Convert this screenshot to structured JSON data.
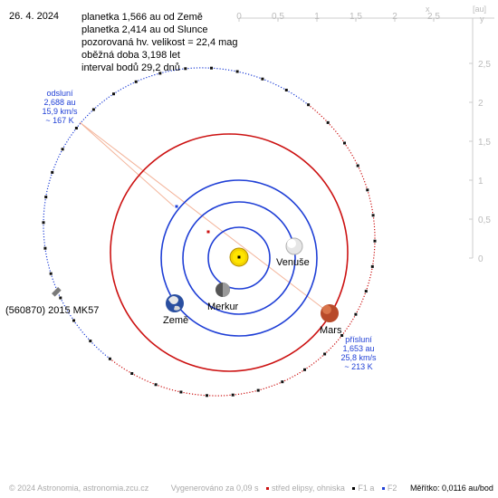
{
  "date": "26. 4. 2024",
  "info": [
    "planetka 1,566 au od Země",
    "planetka 2,414 au od Slunce",
    "pozorovaná hv. velikost = 22,4 mag",
    "oběžná doba 3,198 let",
    "interval bodů 29,2 dnů"
  ],
  "axis": {
    "unit": "[au]",
    "x_label": "x",
    "y_label": "y",
    "x_ticks": [
      "0",
      "0,5",
      "1",
      "1,5",
      "2",
      "2,5"
    ],
    "y_ticks": [
      "2,5",
      "2",
      "1,5",
      "1",
      "0,5",
      "0"
    ]
  },
  "perihelion": {
    "title": "přísluní",
    "distance": "1,653 au",
    "speed": "25,8 km/s",
    "temp": "~ 213 K"
  },
  "aphelion": {
    "title": "odsluní",
    "distance": "2,688 au",
    "speed": "15,9 km/s",
    "temp": "~ 167 K"
  },
  "bodies": {
    "sun": "",
    "mercury": "Merkur",
    "venus": "Venuše",
    "earth": "Země",
    "mars": "Mars",
    "asteroid": "(560870) 2015 MK57"
  },
  "footer": {
    "copyright": "© 2024 Astronomia, astronomia.zcu.cz",
    "generated": "Vygenerováno za 0,09 s",
    "legend_center": "střed elipsy, ohniska",
    "legend_f1": "F1 a",
    "legend_f2": "F2",
    "scale": "Měřítko: 0,0116 au/bod"
  },
  "colors": {
    "orbit_inner": "#1f3fd6",
    "orbit_mars": "#cc1111",
    "asteroid_near": "#cc1111",
    "asteroid_far": "#1f3fd6",
    "label_blue": "#1f3fd6",
    "axis": "#bbbbbb",
    "connector": "#f0b090"
  }
}
